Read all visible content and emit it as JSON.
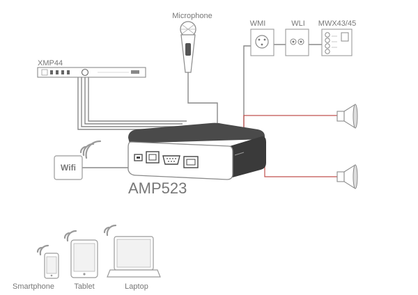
{
  "labels": {
    "microphone": "Microphone",
    "wmi": "WMI",
    "wli": "WLI",
    "mwx": "MWX43/45",
    "xmp": "XMP44",
    "amp": "AMP523",
    "wifi": "Wifi",
    "smartphone": "Smartphone",
    "tablet": "Tablet",
    "laptop": "Laptop"
  },
  "colors": {
    "cable": "#888888",
    "speaker_cable": "#c0504d",
    "device_dark": "#3a3a3a",
    "outline": "#9a9a9a"
  }
}
